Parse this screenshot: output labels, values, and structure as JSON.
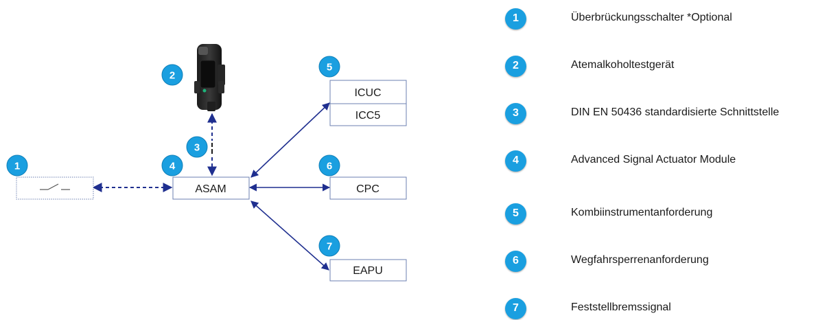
{
  "colors": {
    "badge": "#1a9fe0",
    "arrow": "#1f2f8f",
    "box_border": "#6b7fb0"
  },
  "device_icon": "breathalyzer-device-icon",
  "switch_icon": "switch-symbol-icon",
  "diagram": {
    "boxes": {
      "switch_box": "",
      "asam": "ASAM",
      "icuc": "ICUC",
      "icc5": "ICC5",
      "cpc": "CPC",
      "eapu": "EAPU"
    },
    "badges": {
      "b1": "1",
      "b2": "2",
      "b3": "3",
      "b4": "4",
      "b5": "5",
      "b6": "6",
      "b7": "7"
    }
  },
  "legend": [
    {
      "number": "1",
      "label": "Überbrückungsschalter *Optional"
    },
    {
      "number": "2",
      "label": "Atemalkoholtestgerät"
    },
    {
      "number": "3",
      "label": "DIN EN 50436 standardisierte Schnittstelle"
    },
    {
      "number": "4",
      "label": "Advanced Signal Actuator Module"
    },
    {
      "number": "5",
      "label": "Kombiinstrumentanforderung"
    },
    {
      "number": "6",
      "label": "Wegfahrsperrenanforderung"
    },
    {
      "number": "7",
      "label": "Feststellbremssignal"
    }
  ]
}
